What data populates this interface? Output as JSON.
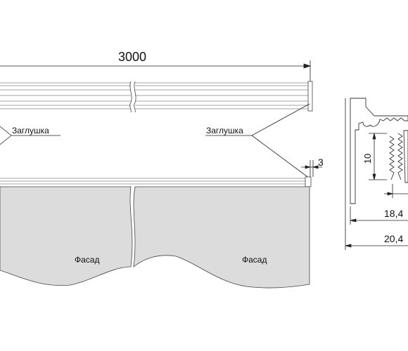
{
  "dimensions": {
    "length": "3000",
    "end_gap": "3",
    "profile_height": "10",
    "inner_width": "18,4",
    "outer_width": "20,4"
  },
  "labels": {
    "plug_left": "Заглушка",
    "plug_right": "Заглушка",
    "facade_left": "Фасад",
    "facade_right": "Фасад"
  },
  "colors": {
    "facade_fill": "#dcdcdc",
    "line": "#333333"
  }
}
